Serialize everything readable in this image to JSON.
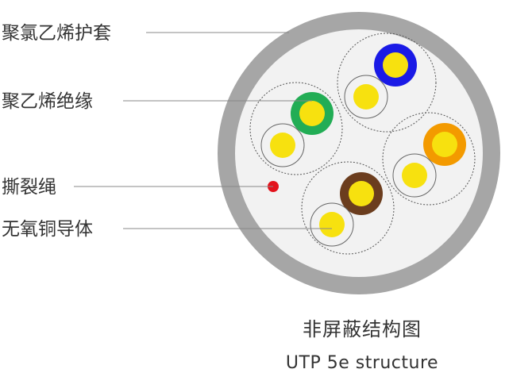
{
  "labels": {
    "pvc_jacket": "聚氯乙烯护套",
    "pe_insulation": "聚乙烯绝缘",
    "ripcord": "撕裂绳",
    "conductor": "无氧铜导体"
  },
  "caption": {
    "title": "非屏蔽结构图",
    "subtitle": "UTP 5e structure"
  },
  "colors": {
    "jacket": "#a6a6a6",
    "jacket_inner": "#f2f2f2",
    "conductor": "#f7e10f",
    "ripcord": "#e3121b",
    "pair_blue": "#1a1ae6",
    "pair_green": "#22ad55",
    "pair_orange": "#f39a00",
    "pair_brown": "#6b3d1e"
  },
  "icons": {
    "ripcord": "red-dot-icon"
  }
}
